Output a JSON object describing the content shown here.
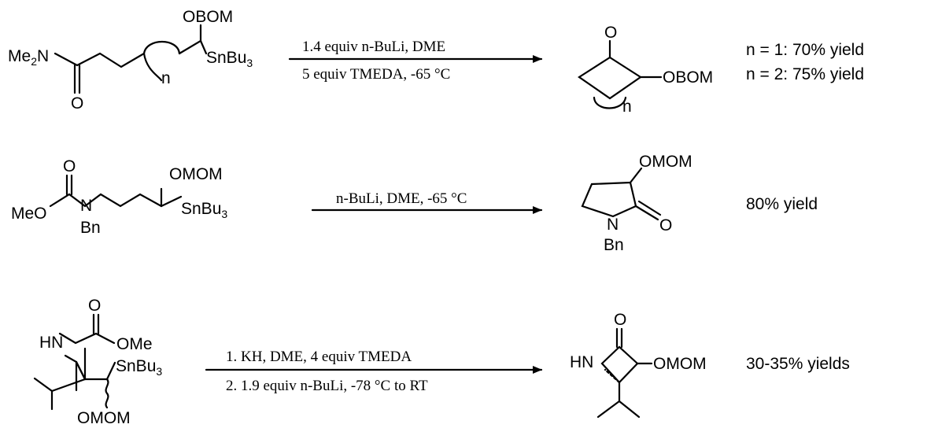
{
  "scheme": {
    "reactions": [
      {
        "substrate": {
          "me2n": "Me",
          "me2n_sub": "2",
          "me2n_n": "N",
          "carbonyl_o": "O",
          "obom": "OBOM",
          "snbu3": "SnBu",
          "snbu3_sub": "3",
          "n_label": "n"
        },
        "conditions_top": "1.4 equiv n-BuLi, DME",
        "conditions_bottom": "5 equiv TMEDA, -65 °C",
        "product": {
          "ketone_o": "O",
          "obom": "OBOM",
          "n_label": "n"
        },
        "yields": [
          "n = 1: 70% yield",
          "n = 2: 75% yield"
        ]
      },
      {
        "substrate": {
          "carbonyl_o": "O",
          "omom": "OMOM",
          "meo": "MeO",
          "n": "N",
          "bn": "Bn",
          "snbu3": "SnBu",
          "snbu3_sub": "3"
        },
        "conditions_top": "n-BuLi, DME, -65 °C",
        "product": {
          "omom": "OMOM",
          "n": "N",
          "bn": "Bn",
          "carbonyl_o": "O"
        },
        "yields": [
          "80% yield"
        ]
      },
      {
        "substrate": {
          "carbonyl_o": "O",
          "hn": "HN",
          "ome": "OMe",
          "snbu3": "SnBu",
          "snbu3_sub": "3",
          "omom": "OMOM"
        },
        "conditions_top": "1.  KH, DME, 4 equiv TMEDA",
        "conditions_bottom": "2.  1.9 equiv n-BuLi, -78 °C to RT",
        "product": {
          "carbonyl_o": "O",
          "hn": "HN",
          "omom": "OMOM"
        },
        "yields": [
          "30-35% yields"
        ]
      }
    ]
  }
}
